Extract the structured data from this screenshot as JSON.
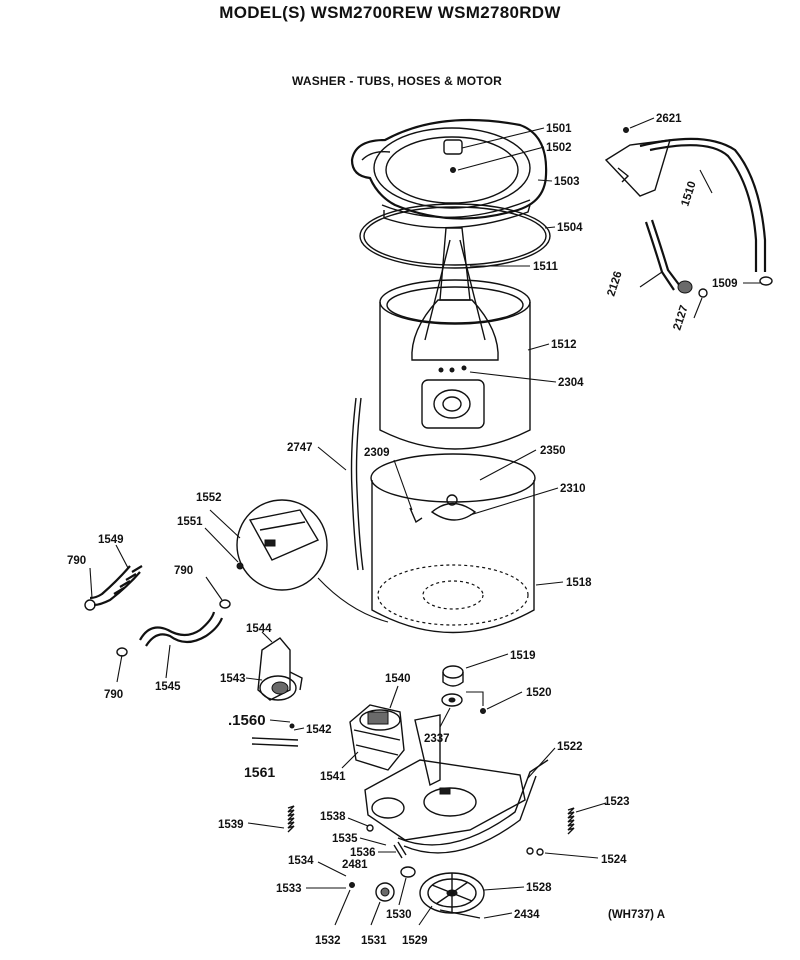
{
  "header": {
    "model_title": "MODEL(S) WSM2700REW  WSM2780RDW",
    "section_title": "WASHER - TUBS, HOSES & MOTOR"
  },
  "figure_code": "(WH737) A",
  "parts": {
    "p1501": "1501",
    "p1502": "1502",
    "p1503": "1503",
    "p1504": "1504",
    "p1511": "1511",
    "p1512": "1512",
    "p2304": "2304",
    "p2747": "2747",
    "p2309": "2309",
    "p2350": "2350",
    "p2310": "2310",
    "p1518": "1518",
    "p2621": "2621",
    "p1510": "1510",
    "p2126": "2126",
    "p1509": "1509",
    "p2127": "2127",
    "p1552": "1552",
    "p1551": "1551",
    "p1549": "1549",
    "p790a": "790",
    "p790b": "790",
    "p790c": "790",
    "p1545": "1545",
    "p1544": "1544",
    "p1543": "1543",
    "p1560": ".1560",
    "p1542": "1542",
    "p1561": "1561",
    "p1540": "1540",
    "p1541": "1541",
    "p1519": "1519",
    "p1520": "1520",
    "p2337": "2337",
    "p1522": "1522",
    "p1539": "1539",
    "p1538": "1538",
    "p1535": "1535",
    "p1536": "1536",
    "p2481": "2481",
    "p1534": "1534",
    "p1533": "1533",
    "p1532": "1532",
    "p1531": "1531",
    "p1530": "1530",
    "p1529": "1529",
    "p1528": "1528",
    "p2434": "2434",
    "p1523": "1523",
    "p1524": "1524"
  }
}
